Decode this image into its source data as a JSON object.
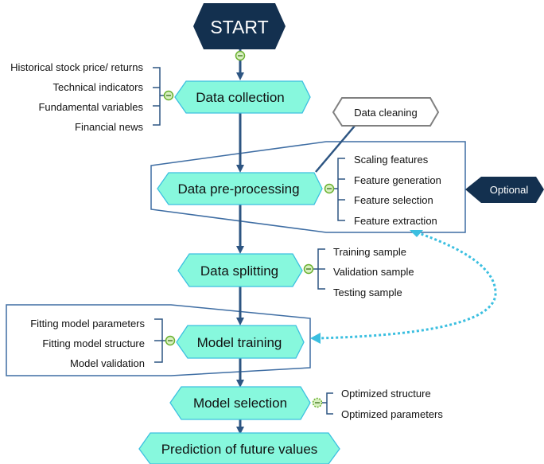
{
  "colors": {
    "node_fill": "#87f8dd",
    "node_stroke": "#3cc0e0",
    "dark_navy": "#13304f",
    "connector": "#2d5582",
    "frame": "#3e6da3",
    "toggle_green": "#6ab02f",
    "dotted_arrow": "#3bbfe0",
    "cleaning_stroke": "#808080"
  },
  "start": {
    "label": "START"
  },
  "nodes": {
    "data_collection": "Data collection",
    "data_preprocessing": "Data pre-processing",
    "data_splitting": "Data splitting",
    "model_training": "Model training",
    "model_selection": "Model selection",
    "prediction": "Prediction of future values"
  },
  "data_cleaning": {
    "label": "Data cleaning"
  },
  "optional": {
    "label": "Optional"
  },
  "branches": {
    "data_collection": [
      "Historical stock price/ returns",
      "Technical indicators",
      "Fundamental variables",
      "Financial news"
    ],
    "data_preprocessing": [
      "Scaling features",
      "Feature generation",
      "Feature selection",
      "Feature extraction"
    ],
    "data_splitting": [
      "Training sample",
      "Validation sample",
      "Testing sample"
    ],
    "model_training": [
      "Fitting model parameters",
      "Fitting model structure",
      "Model validation"
    ],
    "model_selection": [
      "Optimized structure",
      "Optimized parameters"
    ]
  }
}
